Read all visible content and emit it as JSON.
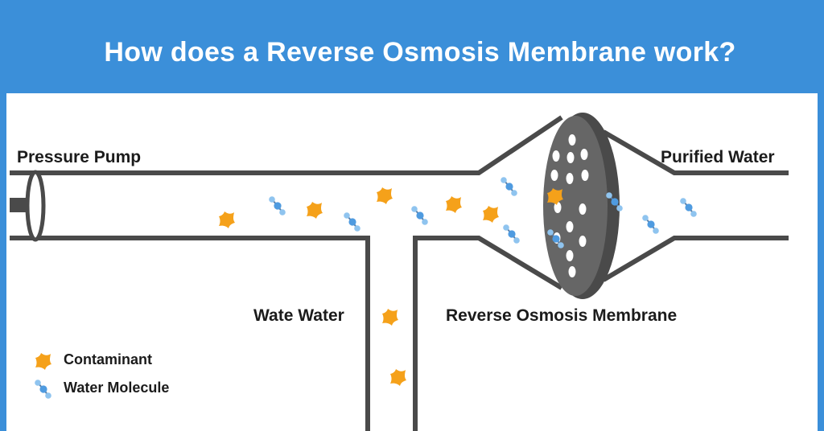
{
  "header": {
    "title": "How does a Reverse Osmosis Membrane work?"
  },
  "labels": {
    "pressure_pump": "Pressure Pump",
    "purified_water": "Purified Water",
    "waste_water": "Wate Water",
    "membrane": "Reverse Osmosis Membrane"
  },
  "legend": {
    "contaminant": "Contaminant",
    "water_molecule": "Water Molecule"
  },
  "colors": {
    "header_bg": "#3b8fd9",
    "pipe": "#4a4a4a",
    "contaminant": "#f5a11a",
    "water_molecule": "#4f9be0",
    "membrane": "#5f5f5f"
  }
}
